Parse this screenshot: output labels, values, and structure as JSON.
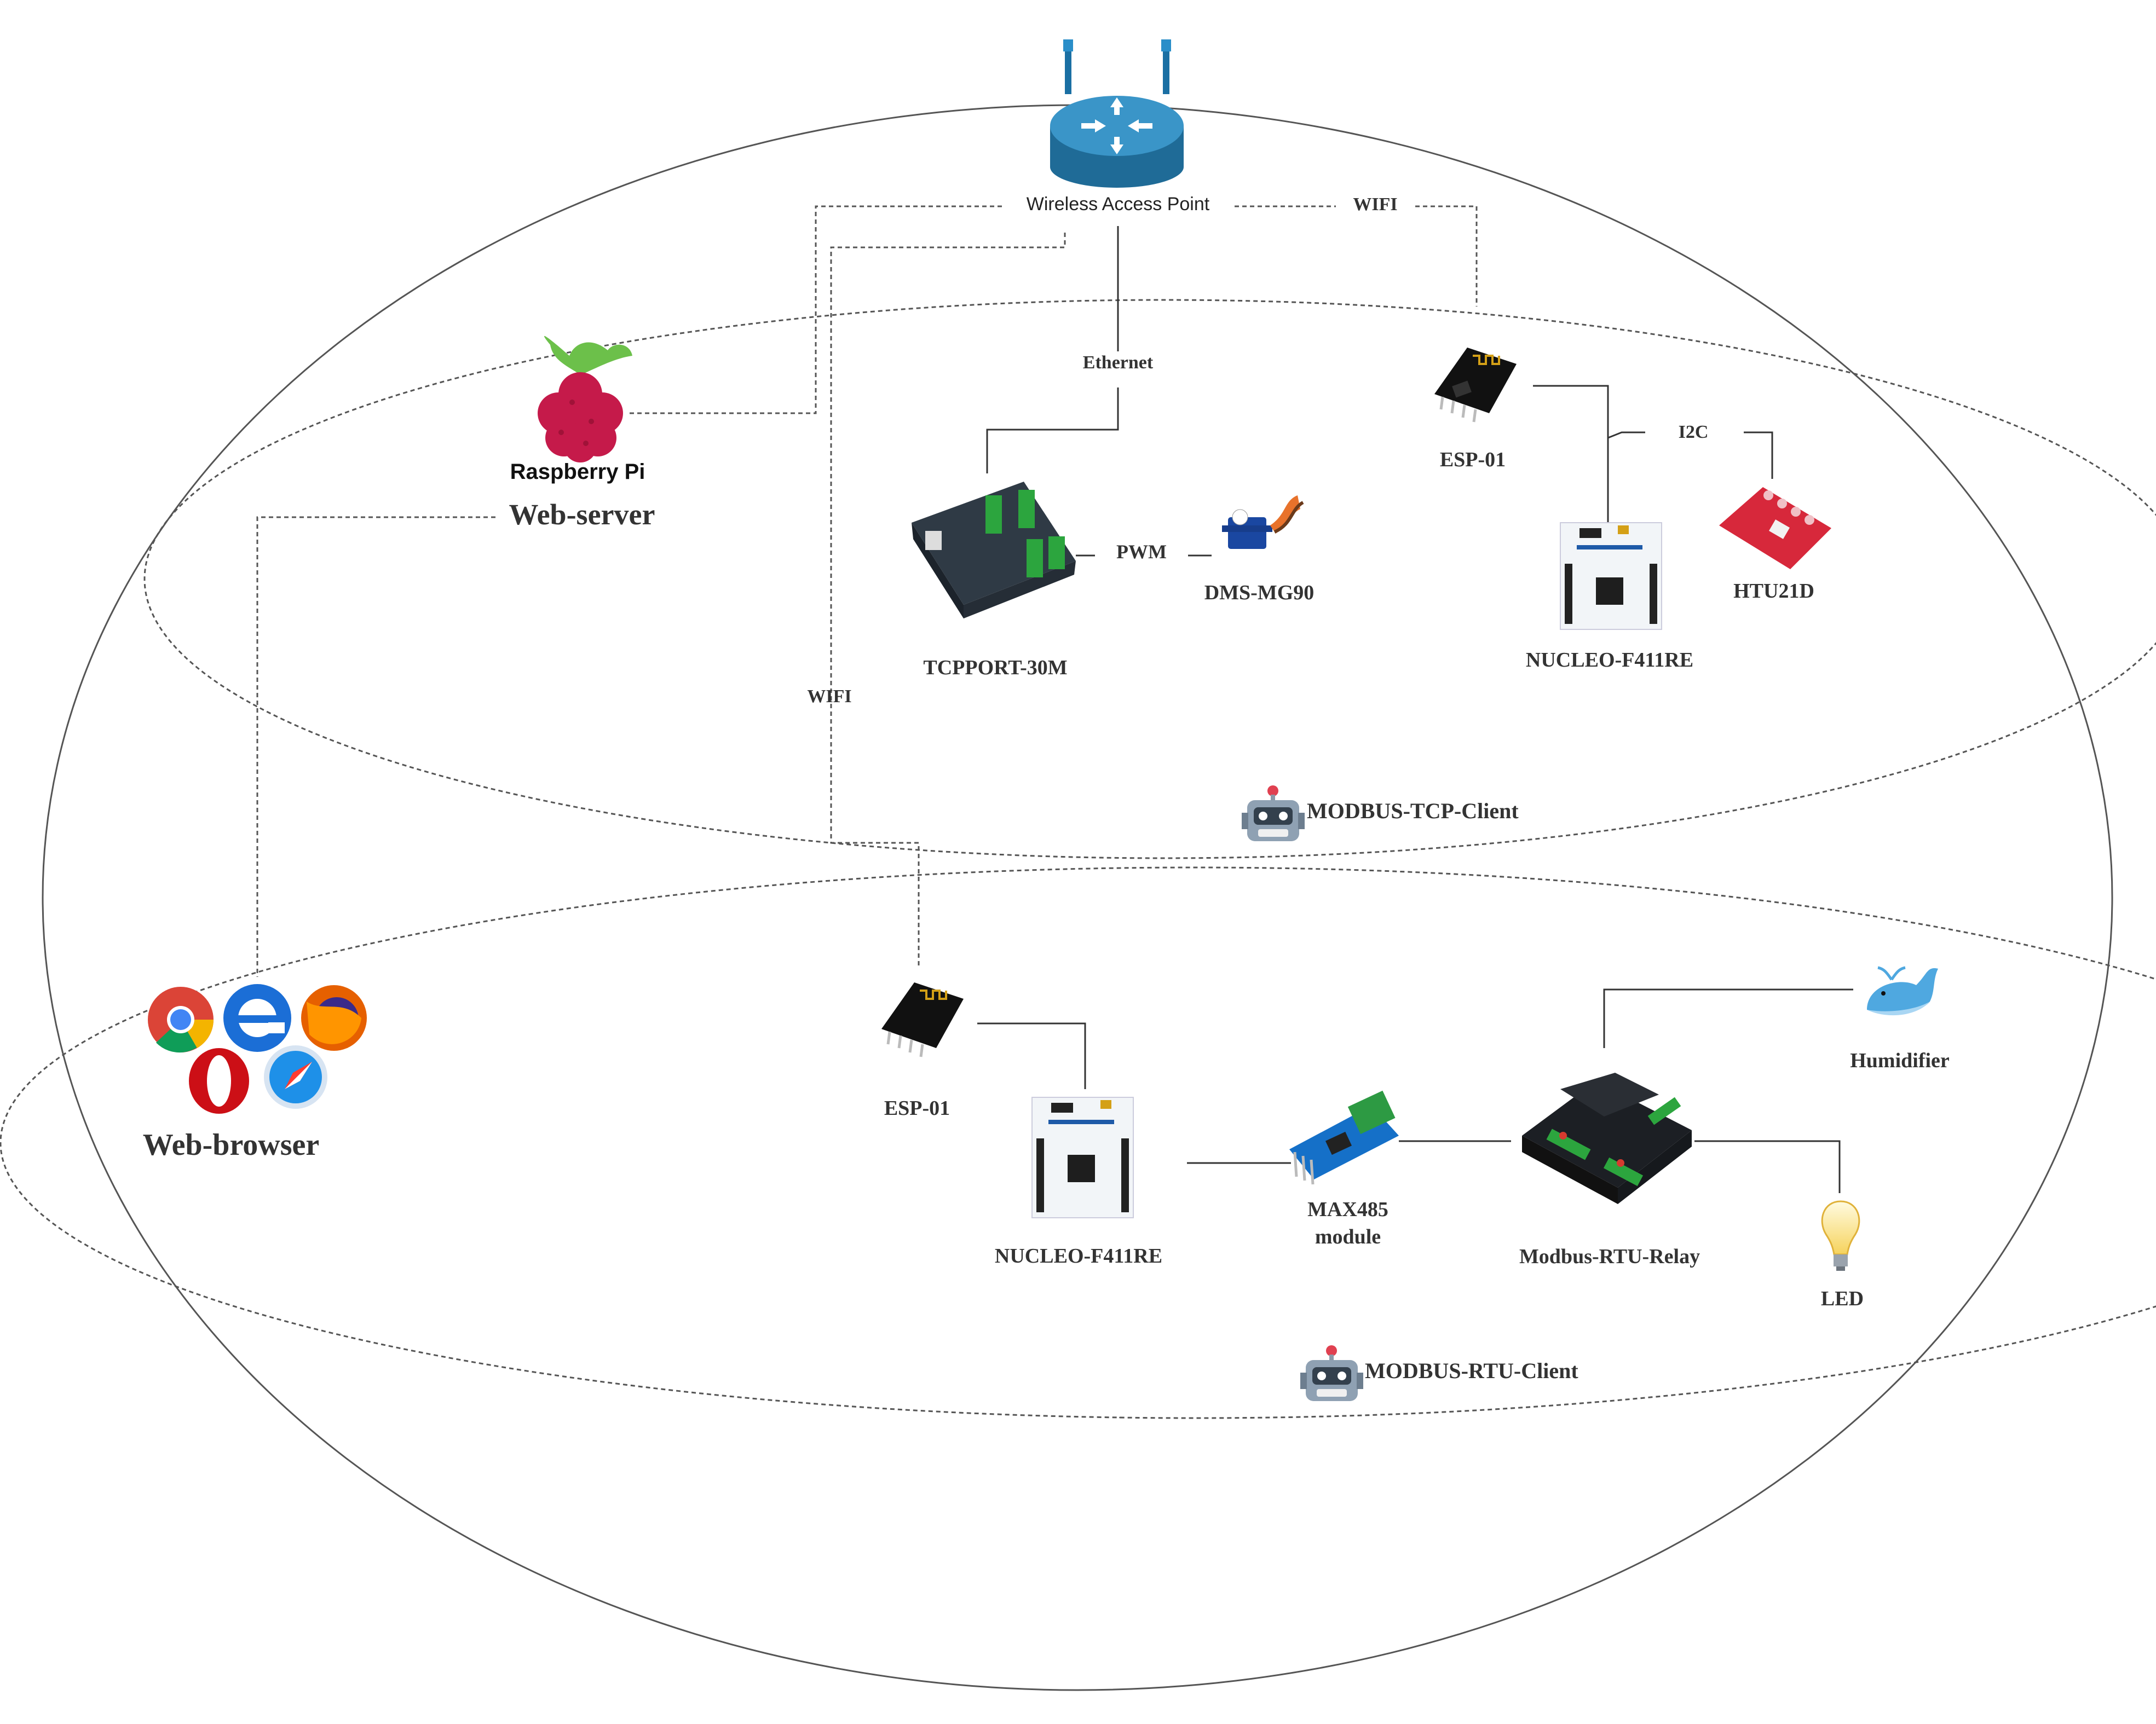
{
  "nodes": {
    "access_point": "Wireless Access Point",
    "raspberry_pi_logo": "Raspberry Pi",
    "web_server": "Web-server",
    "web_browser": "Web-browser",
    "tcpport": "TCPPORT-30M",
    "servo": "DMS-MG90",
    "esp_tcp": "ESP-01",
    "nucleo_tcp": "NUCLEO-F411RE",
    "htu": "HTU21D",
    "esp_rtu": "ESP-01",
    "nucleo_rtu": "NUCLEO-F411RE",
    "max485_line1": "MAX485",
    "max485_line2": "module",
    "relay": "Modbus-RTU-Relay",
    "humidifier": "Humidifier",
    "led": "LED"
  },
  "links": {
    "wifi_top": "WIFI",
    "ethernet": "Ethernet",
    "i2c": "I2C",
    "pwm": "PWM",
    "wifi_left": "WIFI"
  },
  "groups": {
    "tcp_client": "MODBUS-TCP-Client",
    "rtu_client": "MODBUS-RTU-Client"
  },
  "icons": [
    "router-icon",
    "raspberry-pi-icon",
    "browsers-icon",
    "tcpport-board-icon",
    "servo-icon",
    "esp01-icon",
    "nucleo-board-icon",
    "htu21d-sensor-icon",
    "max485-module-icon",
    "relay-module-icon",
    "whale-icon",
    "lightbulb-icon",
    "robot-icon"
  ]
}
